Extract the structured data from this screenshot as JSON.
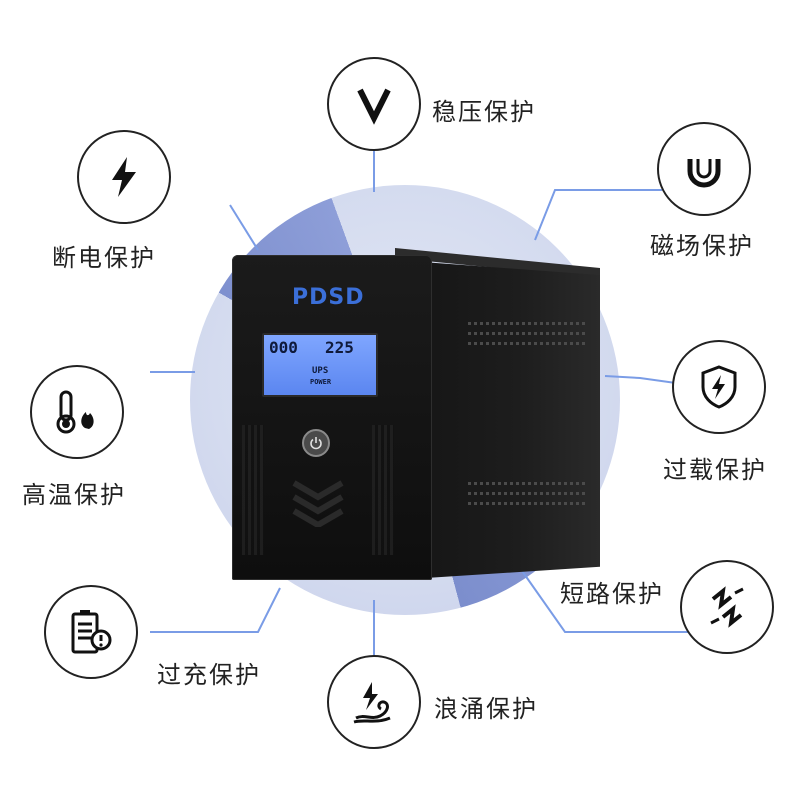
{
  "product": {
    "brand_logo": "PDSD",
    "lcd": {
      "reading_left": "000",
      "reading_right": "225",
      "ups_text": "UPS",
      "power_text": "POWER"
    }
  },
  "features": [
    {
      "id": "voltage",
      "label": "稳压保护",
      "icon": "v-letter-icon"
    },
    {
      "id": "power-off",
      "label": "断电保护",
      "icon": "lightning-icon"
    },
    {
      "id": "magnetic",
      "label": "磁场保护",
      "icon": "magnet-icon"
    },
    {
      "id": "high-temp",
      "label": "高温保护",
      "icon": "thermometer-flame-icon"
    },
    {
      "id": "overload",
      "label": "过载保护",
      "icon": "shield-bolt-icon"
    },
    {
      "id": "short-circuit",
      "label": "短路保护",
      "icon": "broken-bolt-icon"
    },
    {
      "id": "overcharge",
      "label": "过充保护",
      "icon": "battery-alert-icon"
    },
    {
      "id": "surge",
      "label": "浪涌保护",
      "icon": "surge-wave-icon"
    }
  ],
  "colors": {
    "connector": "#7a9ce6",
    "accent_wedge": "#7086cf",
    "lcd": "#6b93f5",
    "logo": "#3b6fd8"
  }
}
